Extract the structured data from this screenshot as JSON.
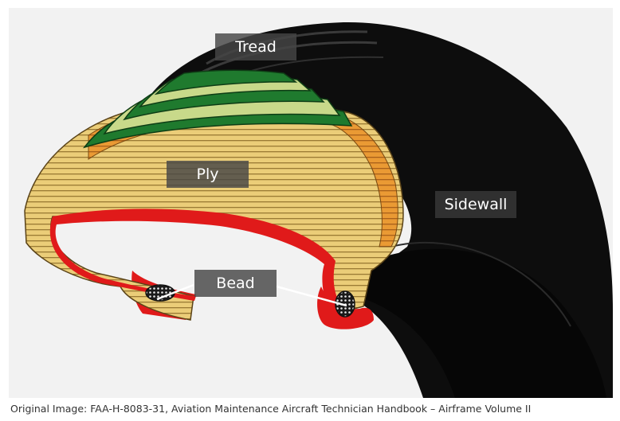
{
  "labels": {
    "tread": "Tread",
    "ply": "Ply",
    "sidewall": "Sidewall",
    "bead": "Bead"
  },
  "caption": "Original Image: FAA-H-8083-31, Aviation Maintenance Aircraft Technician Handbook – Airframe Volume II",
  "colors": {
    "background": "#f2f2f2",
    "rubber": "#0c0c0c",
    "ply_tan": "#e7c76d",
    "ply_orange": "#e8922b",
    "breaker_green": "#1f7a2e",
    "breaker_light": "#c8d98a",
    "inner_liner": "#e01a1a",
    "label_bg": "#474747"
  }
}
